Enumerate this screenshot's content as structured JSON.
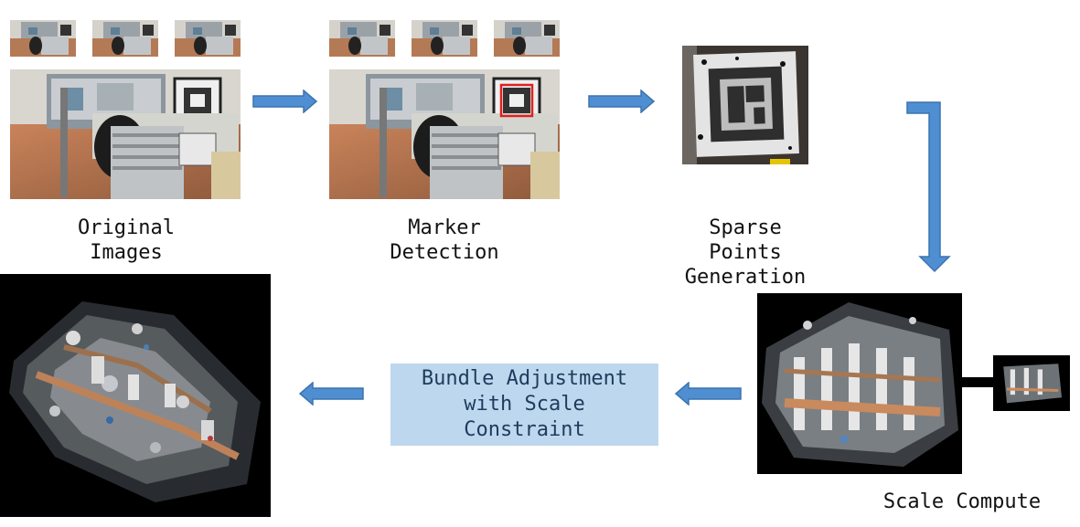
{
  "labels": {
    "original_images": "Original\nImages",
    "marker_detection": "Marker\nDetection",
    "sparse_points": "Sparse\nPoints\nGeneration",
    "scale_compute": "Scale Compute",
    "bundle_adjustment": "Bundle Adjustment\nwith Scale\nConstraint"
  },
  "colors": {
    "arrow": "#4f8fd1",
    "arrow_stroke": "#3b73b0",
    "box": "#bdd7ee",
    "box_text": "#1f3b5c"
  },
  "icons": [
    "right-arrow-icon",
    "down-arrow-icon",
    "left-arrow-icon",
    "aruco-marker-icon"
  ]
}
